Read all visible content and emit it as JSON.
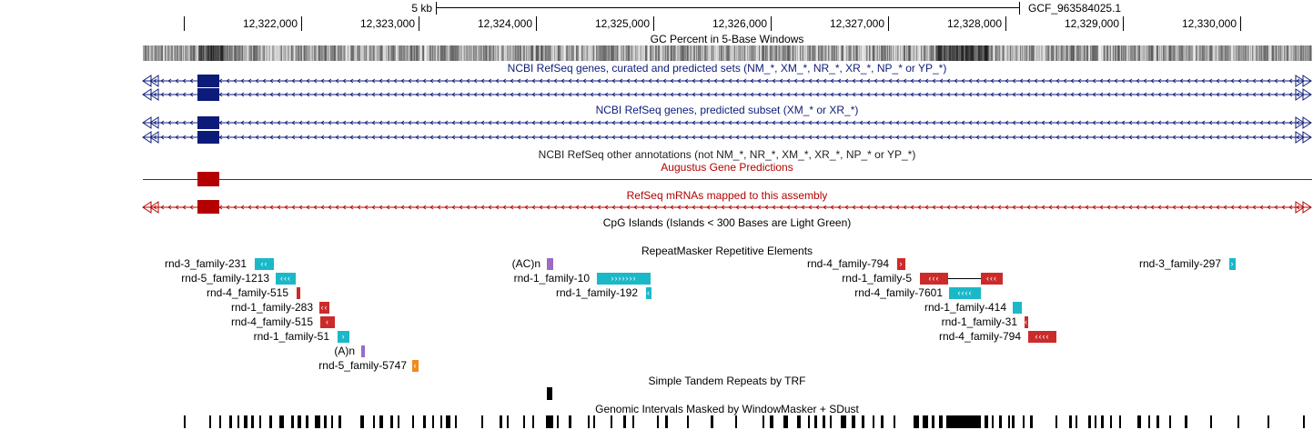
{
  "ruler": {
    "scale_label": "5 kb",
    "assembly_label": "GCF_963584025.1",
    "positions": [
      "12,322,000",
      "12,323,000",
      "12,324,000",
      "12,325,000",
      "12,326,000",
      "12,327,000",
      "12,328,000",
      "12,329,000",
      "12,330,000"
    ]
  },
  "tracks": {
    "gc_percent": "GC Percent in 5-Base Windows",
    "refseq_all": "NCBI RefSeq genes, curated and predicted sets (NM_*, XM_*, NR_*, XR_*, NP_* or YP_*)",
    "refseq_predicted": "NCBI RefSeq genes, predicted subset (XM_* or XR_*)",
    "refseq_other": "NCBI RefSeq other annotations (not NM_*, NR_*, XM_*, XR_*, NP_* or YP_*)",
    "augustus": "Augustus Gene Predictions",
    "refseq_mrna": "RefSeq mRNAs mapped to this assembly",
    "cpg": "CpG Islands (Islands < 300 Bases are Light Green)",
    "repeatmasker": "RepeatMasker Repetitive Elements",
    "trf": "Simple Tandem Repeats by TRF",
    "windowmasker": "Genomic Intervals Masked by WindowMasker + SDust"
  },
  "repeats": [
    {
      "label": "rnd-3_family-231",
      "arrows": "‹‹"
    },
    {
      "label": "rnd-5_family-1213",
      "arrows": "‹‹‹"
    },
    {
      "label": "rnd-4_family-515",
      "arrows": ""
    },
    {
      "label": "rnd-1_family-283",
      "arrows": "‹‹"
    },
    {
      "label": "rnd-4_family-515",
      "arrows": "‹"
    },
    {
      "label": "rnd-1_family-51",
      "arrows": "›"
    },
    {
      "label": "(A)n",
      "arrows": ""
    },
    {
      "label": "rnd-5_family-5747",
      "arrows": "‹"
    },
    {
      "label": "(AC)n",
      "arrows": ""
    },
    {
      "label": "rnd-1_family-10",
      "arrows": "›››››››"
    },
    {
      "label": "rnd-1_family-192",
      "arrows": "‹"
    },
    {
      "label": "rnd-4_family-794",
      "arrows": "›"
    },
    {
      "label": "rnd-1_family-5",
      "arrows": "‹‹‹"
    },
    {
      "label": "rnd-4_family-7601",
      "arrows": "‹‹‹‹"
    },
    {
      "label": "rnd-1_family-414",
      "arrows": ""
    },
    {
      "label": "rnd-1_family-31",
      "arrows": "‹"
    },
    {
      "label": "rnd-4_family-794",
      "arrows": "‹‹‹‹"
    },
    {
      "label": "rnd-3_family-297",
      "arrows": "›"
    }
  ],
  "colors": {
    "gene_blue": "#0c1b7a",
    "augustus_red": "#b40000",
    "rep_cyan": "#1ab8c9",
    "rep_red": "#cc2b2b",
    "rep_purple": "#9c6bc4",
    "rep_orange": "#f08a1e"
  }
}
